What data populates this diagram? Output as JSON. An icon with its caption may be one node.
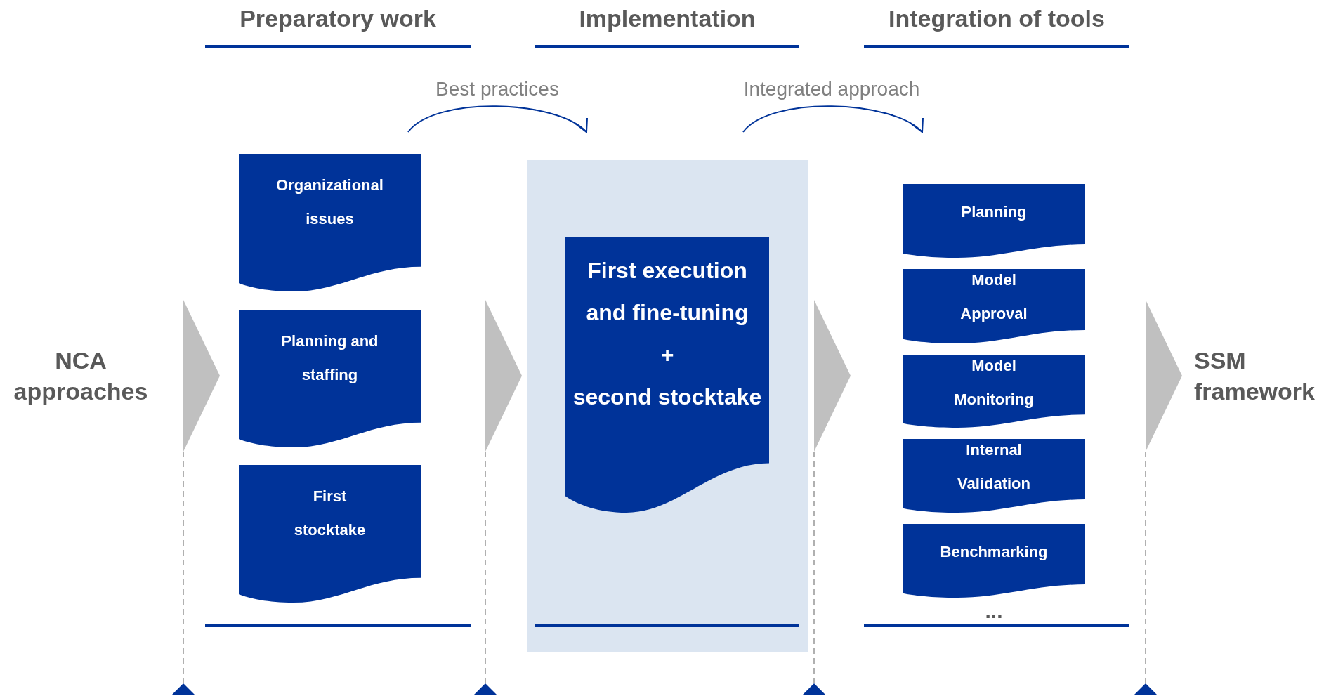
{
  "diagram": {
    "nodes": [
      {
        "text": [
          "NCA approaches"
        ]
      },
      {
        "text": [
          "Organizational issues"
        ]
      },
      {
        "text": [
          "Planning and staffing"
        ]
      },
      {
        "text": [
          "First stocktake"
        ]
      },
      {
        "text": [],
        "shape": "box"
      },
      {
        "text": [
          "First execution and fine-tuning",
          "+",
          "second stocktake"
        ],
        "in": 4
      },
      {
        "text": [
          "Planning"
        ]
      },
      {
        "text": [
          "Model Approval"
        ]
      },
      {
        "text": [
          "Model Monitoring"
        ]
      },
      {
        "text": [
          "Internal Validation"
        ]
      },
      {
        "text": [
          "Benchmarking"
        ],
        "beside": [
          "..."
        ]
      },
      {
        "text": [
          "SSM framework"
        ]
      }
    ],
    "labels": [
      "Preparatory work",
      "Implementation",
      "Integration of tools",
      "Best practices",
      "Integrated approach"
    ]
  }
}
